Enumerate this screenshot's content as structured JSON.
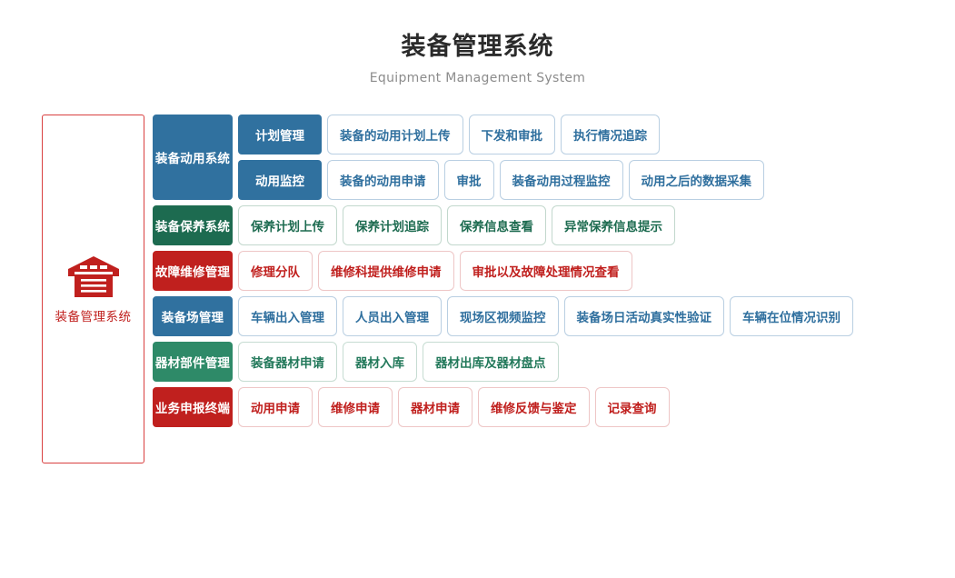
{
  "header": {
    "title": "装备管理系统",
    "subtitle": "Equipment Management System"
  },
  "left_panel": {
    "icon": "warehouse-icon",
    "label": "装备管理系统",
    "border_color": "#d94040",
    "text_color": "#c0201e"
  },
  "colors": {
    "blue": "#30719f",
    "green_dark": "#1d6b50",
    "green_light": "#2e8a68",
    "red": "#c0201e",
    "card_border_blue": "#b9cfe2",
    "card_border_green": "#c2d8cd",
    "card_border_red": "#eec6c6",
    "title": "#2b2b2b",
    "subtitle": "#8c8c8c"
  },
  "rows": [
    {
      "category": "装备动用系统",
      "theme": "blue",
      "subgroups": [
        {
          "name": "计划管理",
          "items": [
            "装备的动用计划上传",
            "下发和审批",
            "执行情况追踪"
          ]
        },
        {
          "name": "动用监控",
          "items": [
            "装备的动用申请",
            "审批",
            "装备动用过程监控",
            "动用之后的数据采集"
          ]
        }
      ]
    },
    {
      "category": "装备保养系统",
      "theme": "green",
      "items": [
        "保养计划上传",
        "保养计划追踪",
        "保养信息查看",
        "异常保养信息提示"
      ]
    },
    {
      "category": "故障维修管理",
      "theme": "red",
      "items": [
        "修理分队",
        "维修科提供维修申请",
        "审批以及故障处理情况查看"
      ]
    },
    {
      "category": "装备场管理",
      "theme": "blue",
      "items": [
        "车辆出入管理",
        "人员出入管理",
        "现场区视频监控",
        "装备场日活动真实性验证",
        "车辆在位情况识别"
      ]
    },
    {
      "category": "器材部件管理",
      "theme": "green2",
      "items": [
        "装备器材申请",
        "器材入库",
        "器材出库及器材盘点"
      ]
    },
    {
      "category": "业务申报终端",
      "theme": "red",
      "items": [
        "动用申请",
        "维修申请",
        "器材申请",
        "维修反馈与鉴定",
        "记录查询"
      ]
    }
  ]
}
